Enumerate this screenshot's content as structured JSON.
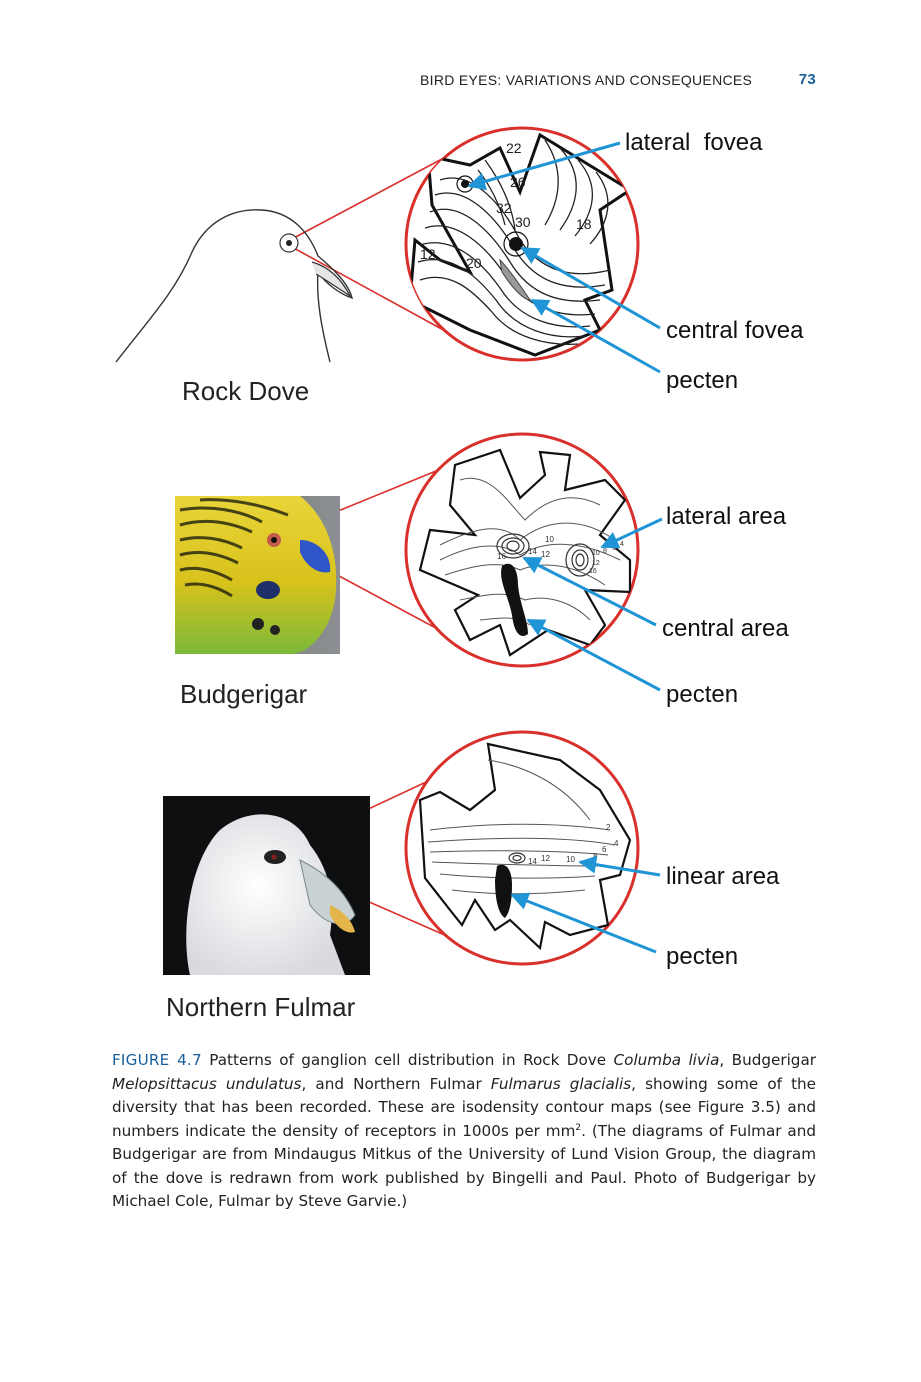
{
  "header": {
    "running_title": "BIRD EYES: VARIATIONS AND CONSEQUENCES",
    "page_number": "73"
  },
  "panels": {
    "rock_dove": {
      "name": "Rock Dove",
      "labels": {
        "lateral_fovea": "lateral  fovea",
        "central_fovea": "central fovea",
        "pecten": "pecten"
      },
      "contour_values": [
        "22",
        "26",
        "32",
        "30",
        "18",
        "12",
        "20"
      ]
    },
    "budgerigar": {
      "name": "Budgerigar",
      "labels": {
        "lateral_area": "lateral area",
        "central_area": "central area",
        "pecten": "pecten"
      },
      "contour_values": [
        "10",
        "14",
        "12",
        "16",
        "10",
        "8",
        "6",
        "4",
        "12",
        "16"
      ]
    },
    "fulmar": {
      "name": "Northern Fulmar",
      "labels": {
        "linear_area": "linear area",
        "pecten": "pecten"
      },
      "contour_values": [
        "2",
        "4",
        "6",
        "8",
        "10",
        "12",
        "14"
      ]
    }
  },
  "colors": {
    "circle": "#d9302b",
    "arrow": "#1f95d6",
    "accent": "#1a5e9a"
  },
  "caption": {
    "label": "FIGURE 4.7",
    "t1": " Patterns of ganglion cell distribution in Rock Dove ",
    "sp1": "Columba livia",
    "t2": ", Budgerigar ",
    "sp2": "Melopsittacus undulatus",
    "t3": ", and Northern Fulmar ",
    "sp3": "Fulmarus glacialis",
    "t4": ", showing some of the diversity that has been recorded. These are isodensity contour maps (see Figure 3.5) and numbers indicate the density of receptors in 1000s per mm",
    "sup": "2",
    "t5": ". (The diagrams of Fulmar and Budgerigar are from Mindaugus Mitkus of the University of Lund Vision Group, the diagram of the dove is redrawn from work published by Bingelli and Paul. Photo of Budgerigar by Michael Cole, Fulmar by Steve Garvie.)"
  }
}
